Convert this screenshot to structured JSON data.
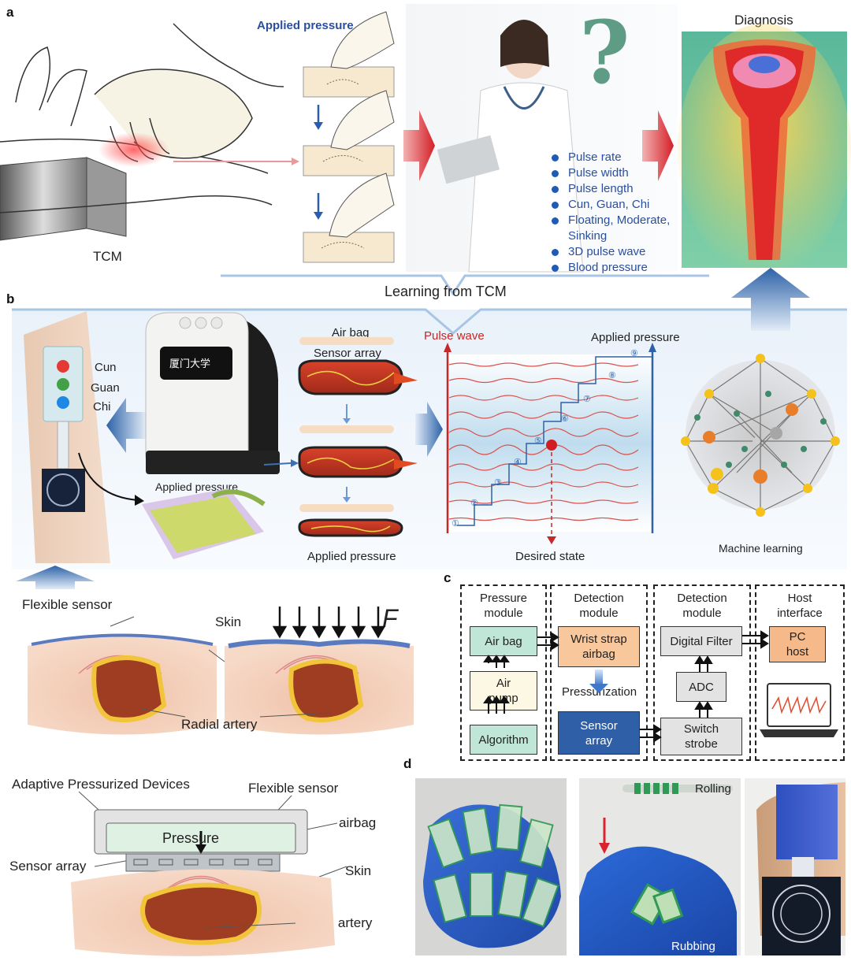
{
  "panels": {
    "a": "a",
    "b": "b",
    "c": "c",
    "d": "d"
  },
  "panel_a": {
    "applied_pressure": "Applied pressure",
    "tcm": "TCM",
    "question_mark": "?",
    "diagnosis": "Diagnosis",
    "bullets": [
      "Pulse rate",
      "Pulse width",
      "Pulse length",
      "Cun, Guan, Chi",
      "Floating, Moderate,",
      "Sinking",
      "3D pulse wave",
      "Blood pressure"
    ]
  },
  "panel_b": {
    "learning_from_tcm": "Learning from TCM",
    "cun": "Cun",
    "guan": "Guan",
    "chi": "Chi",
    "device_screen_text": "厦门大学",
    "applied_pressure_device": "Applied pressure",
    "air_bag": "Air bag",
    "sensor_array": "Sensor array",
    "applied_pressure_stack": "Applied pressure",
    "pulse_wave": "Pulse wave",
    "applied_pressure_chart": "Applied pressure",
    "desired_state": "Desired state",
    "step_labels": [
      "①",
      "②",
      "③",
      "④",
      "⑤",
      "⑥",
      "⑦",
      "⑧",
      "⑨"
    ],
    "machine_learning": "Machine learning",
    "flexible_sensor": "Flexible sensor",
    "skin": "Skin",
    "force": "F",
    "radial_artery": "Radial artery",
    "adaptive_devices": "Adaptive Pressurized Devices",
    "flexible_sensor_2": "Flexible sensor",
    "pressure": "Pressure",
    "airbag": "airbag",
    "sensor_array_2": "Sensor array",
    "skin_2": "Skin",
    "radial_artery_2": "Radial artery"
  },
  "panel_c": {
    "modules": [
      {
        "title": "Pressure\nmodule"
      },
      {
        "title": "Detection\nmodule"
      },
      {
        "title": "Detection\nmodule"
      },
      {
        "title": "Host\ninterface"
      }
    ],
    "boxes": {
      "air_bag": "Air bag",
      "air_pump": "Air\npump",
      "algorithm": "Algorithm",
      "wrist_strap": "Wrist strap\nairbag",
      "pressurization": "Pressurization",
      "sensor_array": "Sensor\narray",
      "digital_filter": "Digital Filter",
      "adc": "ADC",
      "switch_strobe": "Switch\nstrobe",
      "pc_host": "PC\nhost"
    }
  },
  "panel_d": {
    "rolling": "Rolling",
    "rubbing": "Rubbing"
  },
  "colors": {
    "accent_blue": "#2a4f9e",
    "red_arrow": "#d9232e",
    "pc_host_fill": "#f6b98a",
    "sensor_array_fill": "#2f5fa6",
    "air_bag_fill": "#bfe6d6"
  }
}
